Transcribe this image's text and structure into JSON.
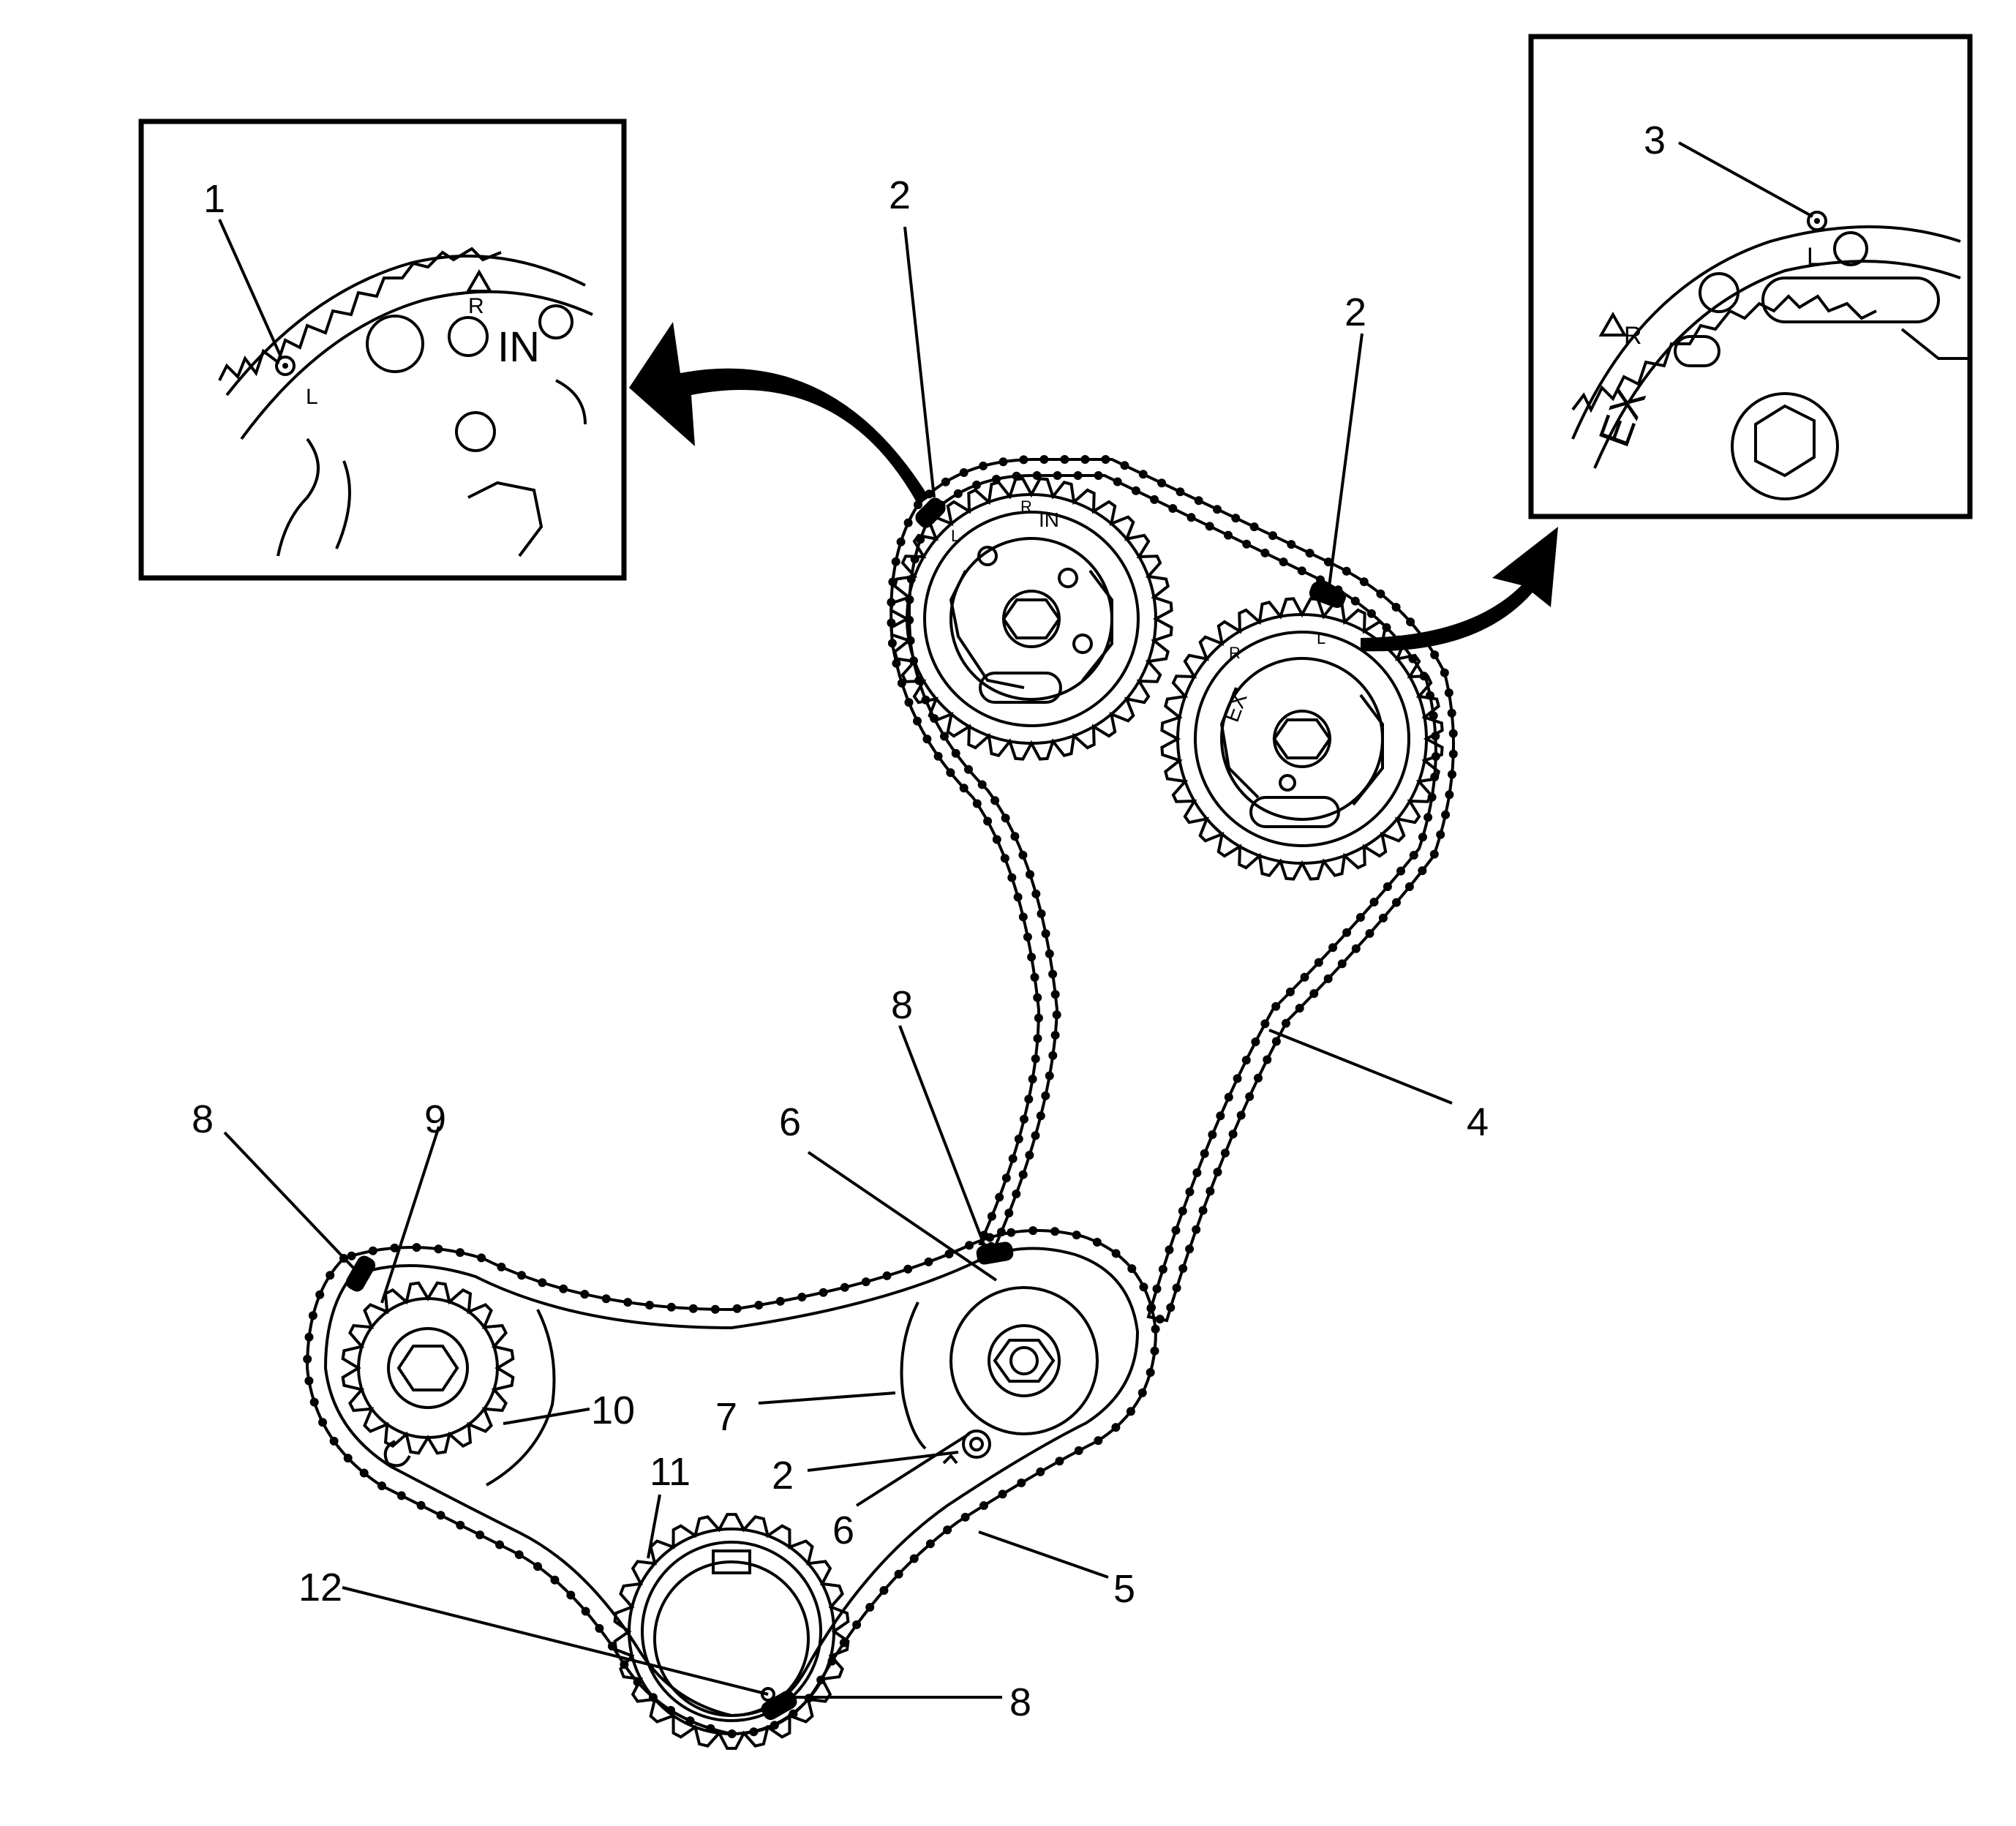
{
  "callouts": {
    "c1": "1",
    "c2a": "2",
    "c2b": "2",
    "c2c": "2",
    "c3": "3",
    "c4": "4",
    "c5": "5",
    "c6a": "6",
    "c6b": "6",
    "c7": "7",
    "c8a": "8",
    "c8b": "8",
    "c8c": "8",
    "c9": "9",
    "c10": "10",
    "c11": "11",
    "c12": "12"
  },
  "stamps": {
    "intake_inset_r": "R",
    "intake_inset_in": "IN",
    "intake_inset_l": "L",
    "exhaust_inset_l": "L",
    "exhaust_inset_r": "R",
    "exhaust_inset_ex": "EX",
    "intake_sprocket_r": "R",
    "intake_sprocket_in": "IN",
    "intake_sprocket_l": "L",
    "exhaust_sprocket_ex": "EX",
    "exhaust_sprocket_r": "R",
    "exhaust_sprocket_l": "L"
  },
  "colors": {
    "line": "#000000",
    "background": "#ffffff"
  }
}
